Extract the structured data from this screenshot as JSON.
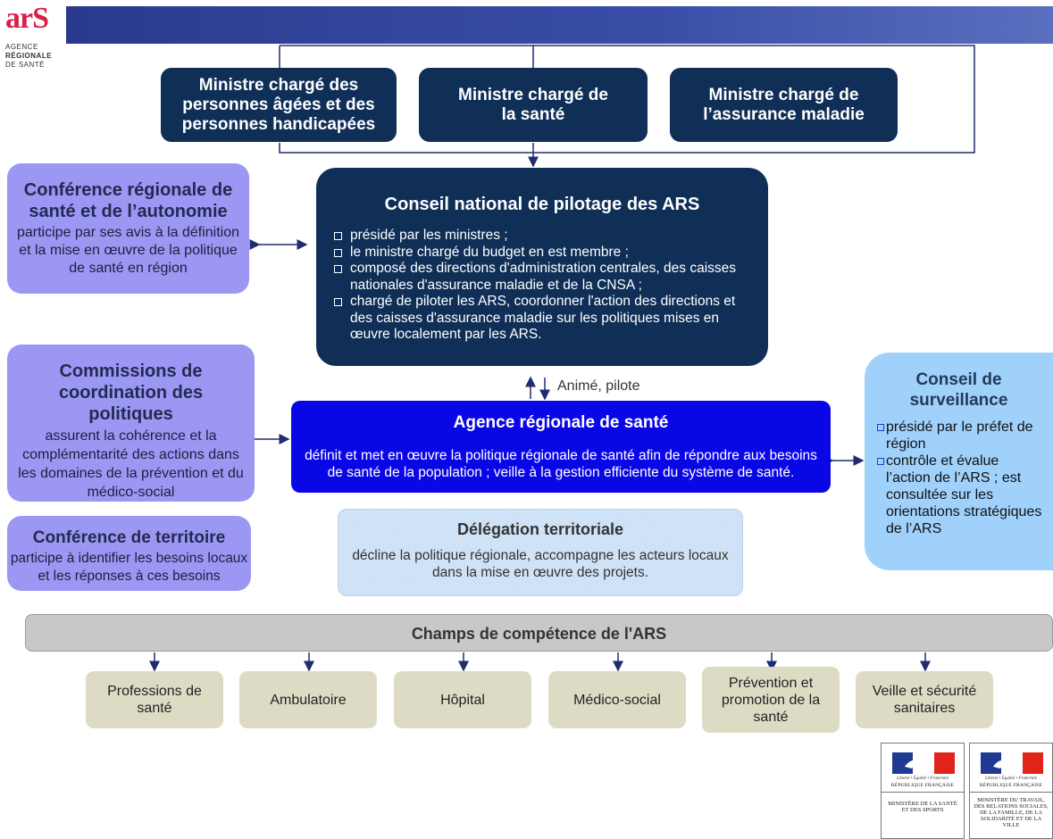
{
  "logo": {
    "mark": "arS",
    "line1": "AGENCE",
    "line2": "RÉGIONALE",
    "line3": "DE SANTÉ",
    "color": "#d6234a"
  },
  "ministers": [
    {
      "text": "Ministre chargé des personnes âgées et des personnes handicapées"
    },
    {
      "text": "Ministre chargé de la santé"
    },
    {
      "text": "Ministre chargé de l’assurance maladie"
    }
  ],
  "conseil_national": {
    "title": "Conseil national de pilotage des ARS",
    "items": [
      "présidé par les ministres ;",
      "le ministre chargé du budget en est membre ;",
      "composé des directions d'administration centrales, des caisses nationales d'assurance maladie et de la CNSA ;",
      "chargé de piloter les ARS, coordonner l'action des directions et des caisses d'assurance maladie sur les politiques mises en œuvre localement par les ARS."
    ]
  },
  "conference_regionale": {
    "title": "Conférence régionale de santé et de l’autonomie",
    "desc": "participe par ses avis à la définition et la mise en œuvre de la politique de santé en région"
  },
  "commissions": {
    "title": "Commissions de coordination des politiques",
    "desc": "assurent la cohérence et la complémentarité des actions dans les domaines de la prévention et du médico-social"
  },
  "conference_territoire": {
    "title": "Conférence de territoire",
    "desc": "participe à identifier les besoins locaux et les réponses à ces besoins"
  },
  "link_label": "Animé, pilote",
  "agence": {
    "title": "Agence régionale de santé",
    "desc": "définit et met en œuvre la politique régionale de santé afin de répondre aux besoins de santé de la population ; veille à la gestion efficiente du système de santé."
  },
  "conseil_surveillance": {
    "title": "Conseil de surveillance",
    "items": [
      "présidé par le préfet de région",
      "contrôle et évalue l’action de l’ARS ; est consultée sur les orientations stratégiques de l’ARS"
    ]
  },
  "delegation": {
    "title": "Délégation territoriale",
    "desc": "décline la politique régionale, accompagne les acteurs locaux dans la mise en œuvre des projets."
  },
  "champs": {
    "title": "Champs de compétence de l'ARS",
    "fields": [
      "Professions de santé",
      "Ambulatoire",
      "Hôpital",
      "Médico-social",
      "Prévention et promotion de la santé",
      "Veille et sécurité sanitaires"
    ]
  },
  "seals": [
    {
      "motto": "Liberté • Égalité • Fraternité",
      "republic": "RÉPUBLIQUE FRANÇAISE",
      "ministry": "MINISTÈRE DE LA SANTÉ ET DES SPORTS"
    },
    {
      "motto": "Liberté • Égalité • Fraternité",
      "republic": "RÉPUBLIQUE FRANÇAISE",
      "ministry": "MINISTÈRE DU TRAVAIL, DES RELATIONS SOCIALES, DE LA FAMILLE, DE LA SOLIDARITÉ ET DE LA VILLE"
    }
  ],
  "colors": {
    "navy": "#0f2f57",
    "lilac": "#9b97f3",
    "ars_blue": "#0a07e6",
    "surveillance": "#9fd1fb",
    "banner": "#2a3a8e"
  }
}
